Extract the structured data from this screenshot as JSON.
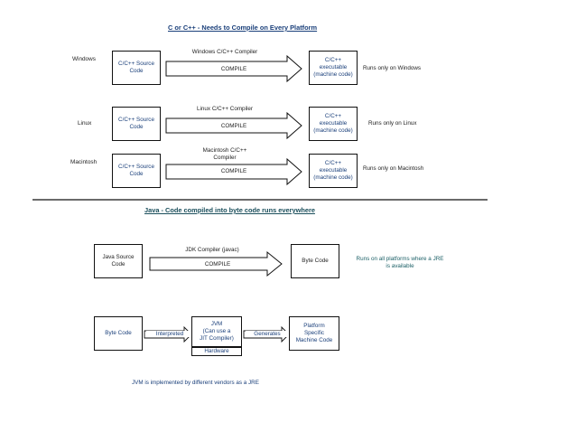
{
  "cpp_section": {
    "heading": "C or C++ - Needs to Compile on Every Platform",
    "rows": [
      {
        "platform": "Windows",
        "source_box": [
          "C/C++ Source",
          "Code"
        ],
        "compiler": [
          "Windows C/C++ Compiler"
        ],
        "arrow_text": "COMPILE",
        "executable_box": [
          "C/C++",
          "executable",
          "(machine code)"
        ],
        "note": "Runs only on Windows"
      },
      {
        "platform": "Linux",
        "source_box": [
          "C/C++ Source",
          "Code"
        ],
        "compiler": [
          "Linux C/C++ Compiler"
        ],
        "arrow_text": "COMPILE",
        "executable_box": [
          "C/C++",
          "executable",
          "(machine code)"
        ],
        "note": "Runs only on Linux"
      },
      {
        "platform": "Macintosh",
        "source_box": [
          "C/C++ Source",
          "Code"
        ],
        "compiler": [
          "Macintosh C/C++",
          "Compiler"
        ],
        "arrow_text": "COMPILE",
        "executable_box": [
          "C/C++",
          "executable",
          "(machine code)"
        ],
        "note": "Runs only on Macintosh"
      }
    ]
  },
  "java_section": {
    "heading": "Java - Code compiled into byte code runs everywhere",
    "compile_row": {
      "source_box": [
        "Java Source",
        "Code"
      ],
      "compiler": "JDK Compiler (javac)",
      "arrow_text": "COMPILE",
      "output_box": [
        "Byte Code"
      ],
      "note": [
        "Runs on all platforms where a JRE",
        "is available"
      ]
    },
    "run_row": {
      "bytecode_box": [
        "Byte Code"
      ],
      "interpreted_label": "Interpreted",
      "jvm_box": [
        "JVM",
        "(Can use a",
        "JIT Compiler)"
      ],
      "hardware_label": "Hardware",
      "generates_label": "Generates",
      "machine_box": [
        "Platform",
        "Specific",
        "Machine Code"
      ]
    },
    "footer_note": "JVM is implemented by different vendors as a JRE"
  },
  "colors": {
    "heading_blue": "#1a3f7a",
    "heading_teal": "#1b4f5c",
    "note_teal": "#1b5f66",
    "ink": "#111111"
  }
}
